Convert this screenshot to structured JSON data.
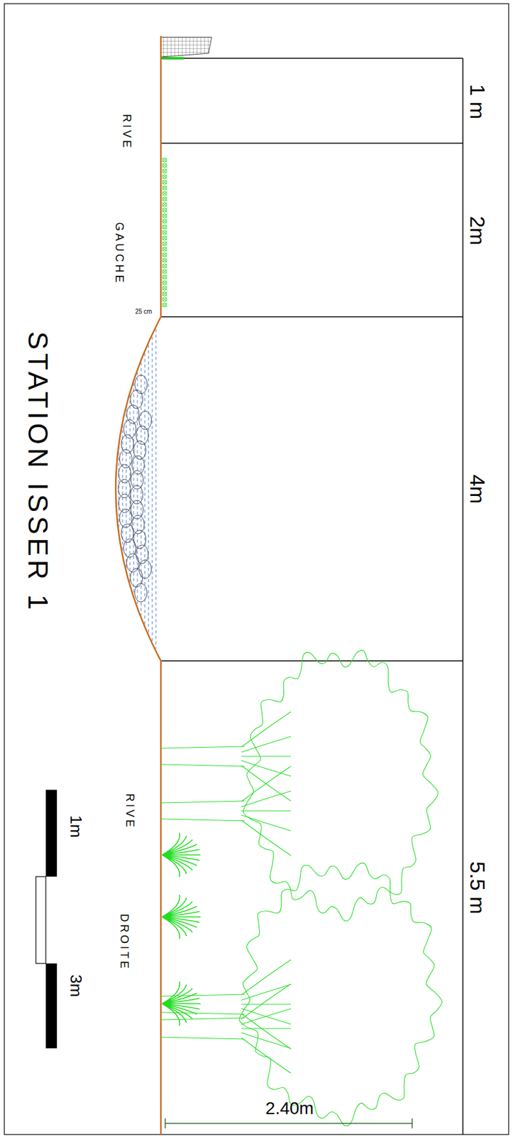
{
  "diagram": {
    "title": "STATION ISSER 1",
    "labels": [
      "1 m",
      "2m",
      "4m",
      "5.5 m",
      "RIVE",
      "GAUCHE",
      "25 cm",
      "RIVE",
      "DROITE",
      "1m",
      "3m",
      "2.40m"
    ]
  }
}
